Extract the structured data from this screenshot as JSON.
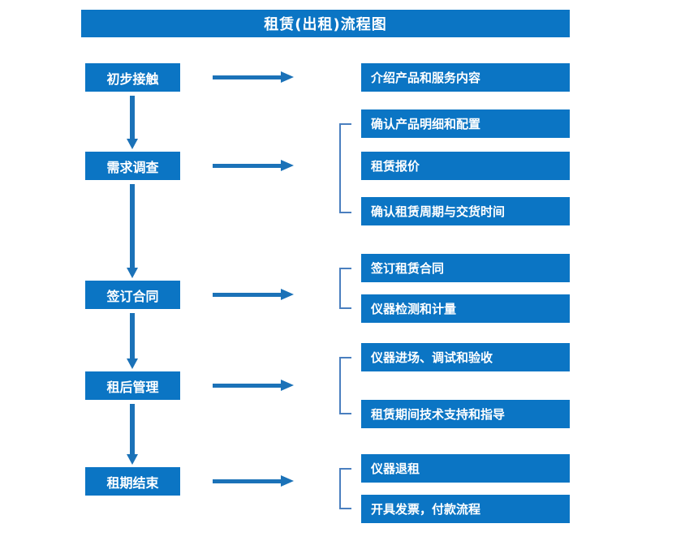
{
  "chart": {
    "title": "租赁(出租)流程图",
    "accent_color": "#0b75c4",
    "arrow_color": "#1b72b8",
    "bracket_color": "#4a7fbf",
    "text_color": "#ffffff",
    "background": "#ffffff"
  },
  "stages": [
    {
      "label": "初步接触"
    },
    {
      "label": "需求调查"
    },
    {
      "label": "签订合同"
    },
    {
      "label": "租后管理"
    },
    {
      "label": "租期结束"
    }
  ],
  "tasks": [
    {
      "label": "介绍产品和服务内容"
    },
    {
      "label": "确认产品明细和配置"
    },
    {
      "label": "租赁报价"
    },
    {
      "label": "确认租赁周期与交货时间"
    },
    {
      "label": "签订租赁合同"
    },
    {
      "label": "仪器检测和计量"
    },
    {
      "label": "仪器进场、调试和验收"
    },
    {
      "label": "租赁期间技术支持和指导"
    },
    {
      "label": "仪器退租"
    },
    {
      "label": "开具发票，付款流程"
    }
  ],
  "icons": {
    "flow_arrow": "right-arrow-icon",
    "step_arrow": "down-arrow-icon",
    "group_bracket": "bracket-icon"
  }
}
